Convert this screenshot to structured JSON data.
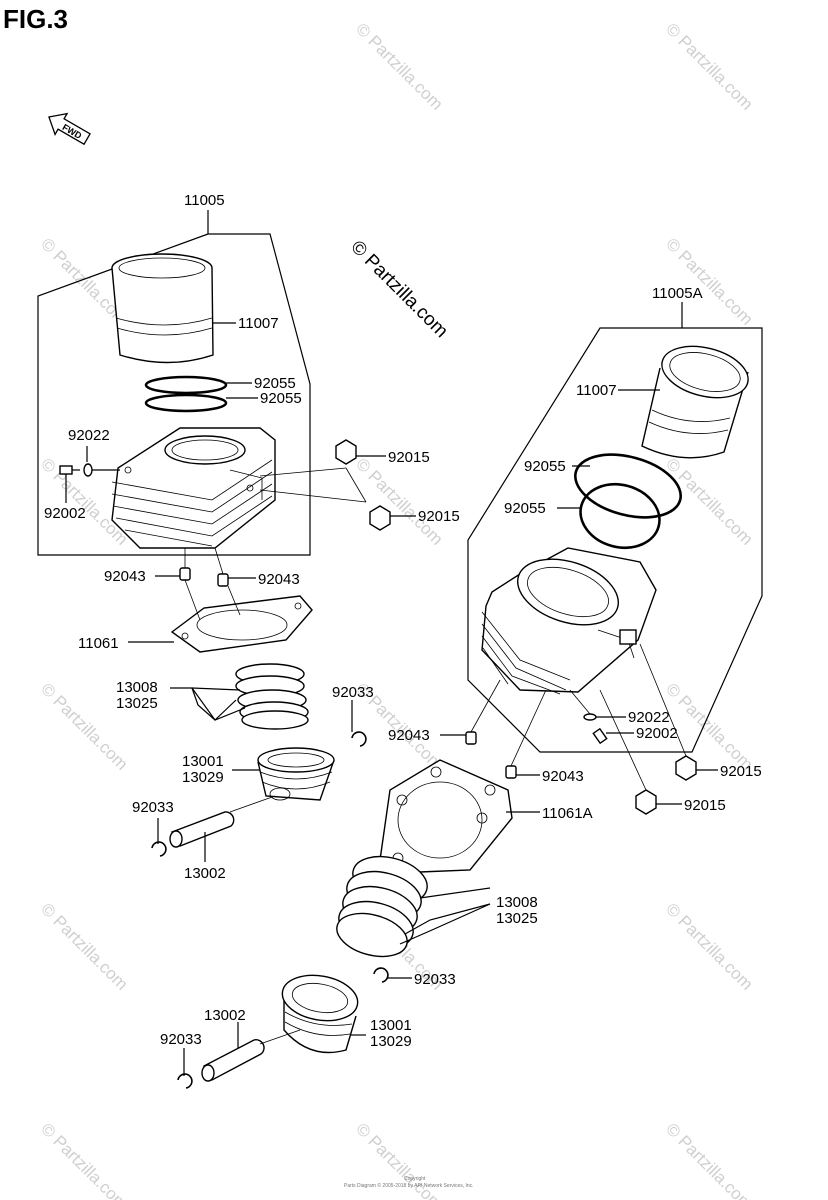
{
  "figure_title": "FIG.3",
  "fwd_label": "FWD",
  "watermark": "© Partzilla.com",
  "footer": {
    "line1": "Copyright",
    "line2": "Parts Diagram © 2005-2018 by ARI Network Services, Inc."
  },
  "labels": {
    "l11005": "11005",
    "l11007a": "11007",
    "l92055a": "92055",
    "l92055b": "92055",
    "l92022a": "92022",
    "l92002a": "92002",
    "l92015a": "92015",
    "l92015b": "92015",
    "l92043a": "92043",
    "l92043b": "92043",
    "l11061": "11061",
    "l13008a": "13008",
    "l13025a": "13025",
    "l92033a": "92033",
    "l13001a": "13001",
    "l13029a": "13029",
    "l92033b": "92033",
    "l13002a": "13002",
    "l11005A": "11005A",
    "l11007b": "11007",
    "l92055c": "92055",
    "l92055d": "92055",
    "l92022b": "92022",
    "l92002b": "92002",
    "l92043c": "92043",
    "l92043d": "92043",
    "l92015c": "92015",
    "l92015d": "92015",
    "l11061A": "11061A",
    "l13008b": "13008",
    "l13025b": "13025",
    "l92033c": "92033",
    "l13002b": "13002",
    "l13001b": "13001",
    "l13029b": "13029",
    "l92033d": "92033"
  }
}
